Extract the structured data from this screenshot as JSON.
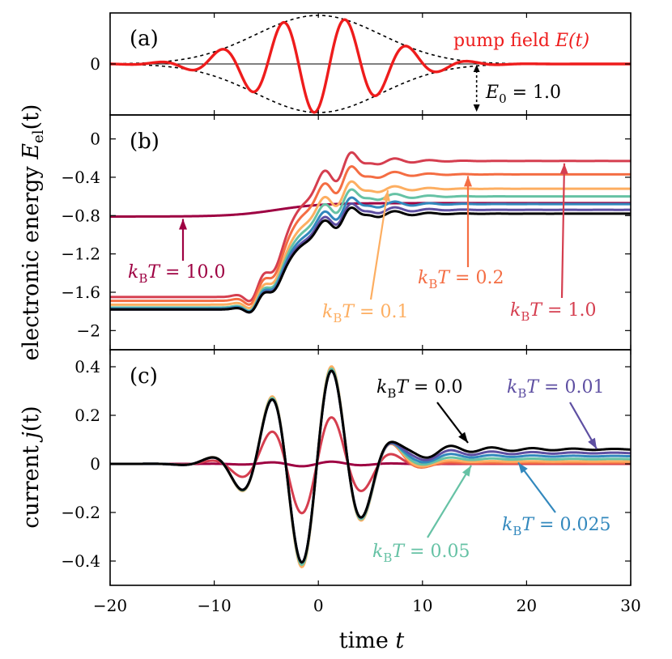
{
  "chart_data": {
    "type": "line",
    "xlabel": "time t",
    "xlim": [
      -20,
      30
    ],
    "xticks": [
      "−20",
      "−10",
      "0",
      "10",
      "20",
      "30"
    ],
    "xtick_values": [
      -20,
      -10,
      0,
      10,
      20,
      30
    ],
    "temperature_colors": {
      "0.0": "#000000",
      "0.01": "#5e4fa2",
      "0.025": "#3288bd",
      "0.05": "#66c2a5",
      "0.1": "#fdae61",
      "0.2": "#f46d43",
      "1.0": "#d53e4f",
      "10.0": "#9e0142"
    },
    "panels": [
      {
        "id": "a",
        "panel_label": "(a)",
        "ylabel": "",
        "ylim": [
          -1.05,
          1.05
        ],
        "yticks": [
          {
            "v": 0,
            "t": "0"
          }
        ],
        "pump": {
          "label": "pump field E(t)",
          "label_text": "pump field ",
          "label_math": "E(t)",
          "color": "#ee1c1c",
          "amplitude_E0": 1.0,
          "center_t": 0,
          "envelope_width": 6,
          "omega": 1.05,
          "phase": -1.15
        },
        "annotation": {
          "text": "E0 = 1.0",
          "main": "E",
          "sub": "0",
          "rest": " = 1.0"
        }
      },
      {
        "id": "b",
        "panel_label": "(b)",
        "ylabel": "electronic energy",
        "ylabel_math": "E",
        "ylabel_sub": "el",
        "ylabel_arg": "(t)",
        "ylim": [
          -2.2,
          0.25
        ],
        "yticks": [
          {
            "v": 0,
            "t": "0"
          },
          {
            "v": -0.4,
            "t": "−0.4"
          },
          {
            "v": -0.8,
            "t": "−0.8"
          },
          {
            "v": -1.2,
            "t": "−1.2"
          },
          {
            "v": -1.6,
            "t": "−1.6"
          },
          {
            "v": -2,
            "t": "−2"
          }
        ],
        "series": [
          {
            "name": "kBT = 0.0",
            "T": "0.0",
            "initial": -1.78,
            "final": -0.78
          },
          {
            "name": "kBT = 0.01",
            "T": "0.01",
            "initial": -1.78,
            "final": -0.74
          },
          {
            "name": "kBT = 0.025",
            "T": "0.025",
            "initial": -1.77,
            "final": -0.68
          },
          {
            "name": "kBT = 0.05",
            "T": "0.05",
            "initial": -1.76,
            "final": -0.6
          },
          {
            "name": "kBT = 0.1",
            "T": "0.1",
            "initial": -1.73,
            "final": -0.52
          },
          {
            "name": "kBT = 0.2",
            "T": "0.2",
            "initial": -1.69,
            "final": -0.37
          },
          {
            "name": "kBT = 1.0",
            "T": "1.0",
            "initial": -1.65,
            "final": -0.23
          },
          {
            "name": "kBT = 10.0",
            "T": "10.0",
            "initial": -0.81,
            "final": -0.67
          }
        ],
        "annotations": [
          {
            "T": "10.0",
            "text": "kBT = 10.0",
            "value": "10.0",
            "color": "#9e0142"
          },
          {
            "T": "0.1",
            "text": "kBT = 0.1",
            "value": "0.1",
            "color": "#fdae61"
          },
          {
            "T": "0.2",
            "text": "kBT = 0.2",
            "value": "0.2",
            "color": "#f46d43"
          },
          {
            "T": "1.0",
            "text": "kBT = 1.0",
            "value": "1.0",
            "color": "#d53e4f"
          }
        ]
      },
      {
        "id": "c",
        "panel_label": "(c)",
        "ylabel": "current",
        "ylabel_math": "j",
        "ylabel_arg": "(t)",
        "ylim": [
          -0.5,
          0.47
        ],
        "yticks": [
          {
            "v": 0.4,
            "t": "0.4"
          },
          {
            "v": 0.2,
            "t": "0.2"
          },
          {
            "v": 0,
            "t": "0"
          },
          {
            "v": -0.2,
            "t": "−0.2"
          },
          {
            "v": -0.4,
            "t": "−0.4"
          }
        ],
        "series": [
          {
            "name": "kBT = 0.0",
            "T": "0.0",
            "amp": 0.42,
            "tail": 0.06
          },
          {
            "name": "kBT = 0.01",
            "T": "0.01",
            "amp": 0.42,
            "tail": 0.045
          },
          {
            "name": "kBT = 0.025",
            "T": "0.025",
            "amp": 0.42,
            "tail": 0.032
          },
          {
            "name": "kBT = 0.05",
            "T": "0.05",
            "amp": 0.43,
            "tail": 0.02
          },
          {
            "name": "kBT = 0.1",
            "T": "0.1",
            "amp": 0.44,
            "tail": 0.01
          },
          {
            "name": "kBT = 0.2",
            "T": "0.2",
            "amp": 0.43,
            "tail": 0.004
          },
          {
            "name": "kBT = 1.0",
            "T": "1.0",
            "amp": 0.21,
            "tail": 0.0
          },
          {
            "name": "kBT = 10.0",
            "T": "10.0",
            "amp": 0.01,
            "tail": 0.0
          }
        ],
        "annotations": [
          {
            "T": "0.0",
            "text": "kBT = 0.0",
            "value": "0.0",
            "color": "#000000"
          },
          {
            "T": "0.01",
            "text": "kBT = 0.01",
            "value": "0.01",
            "color": "#5e4fa2"
          },
          {
            "T": "0.025",
            "text": "kBT = 0.025",
            "value": "0.025",
            "color": "#3288bd"
          },
          {
            "T": "0.05",
            "text": "kBT = 0.05",
            "value": "0.05",
            "color": "#66c2a5"
          }
        ]
      }
    ]
  }
}
